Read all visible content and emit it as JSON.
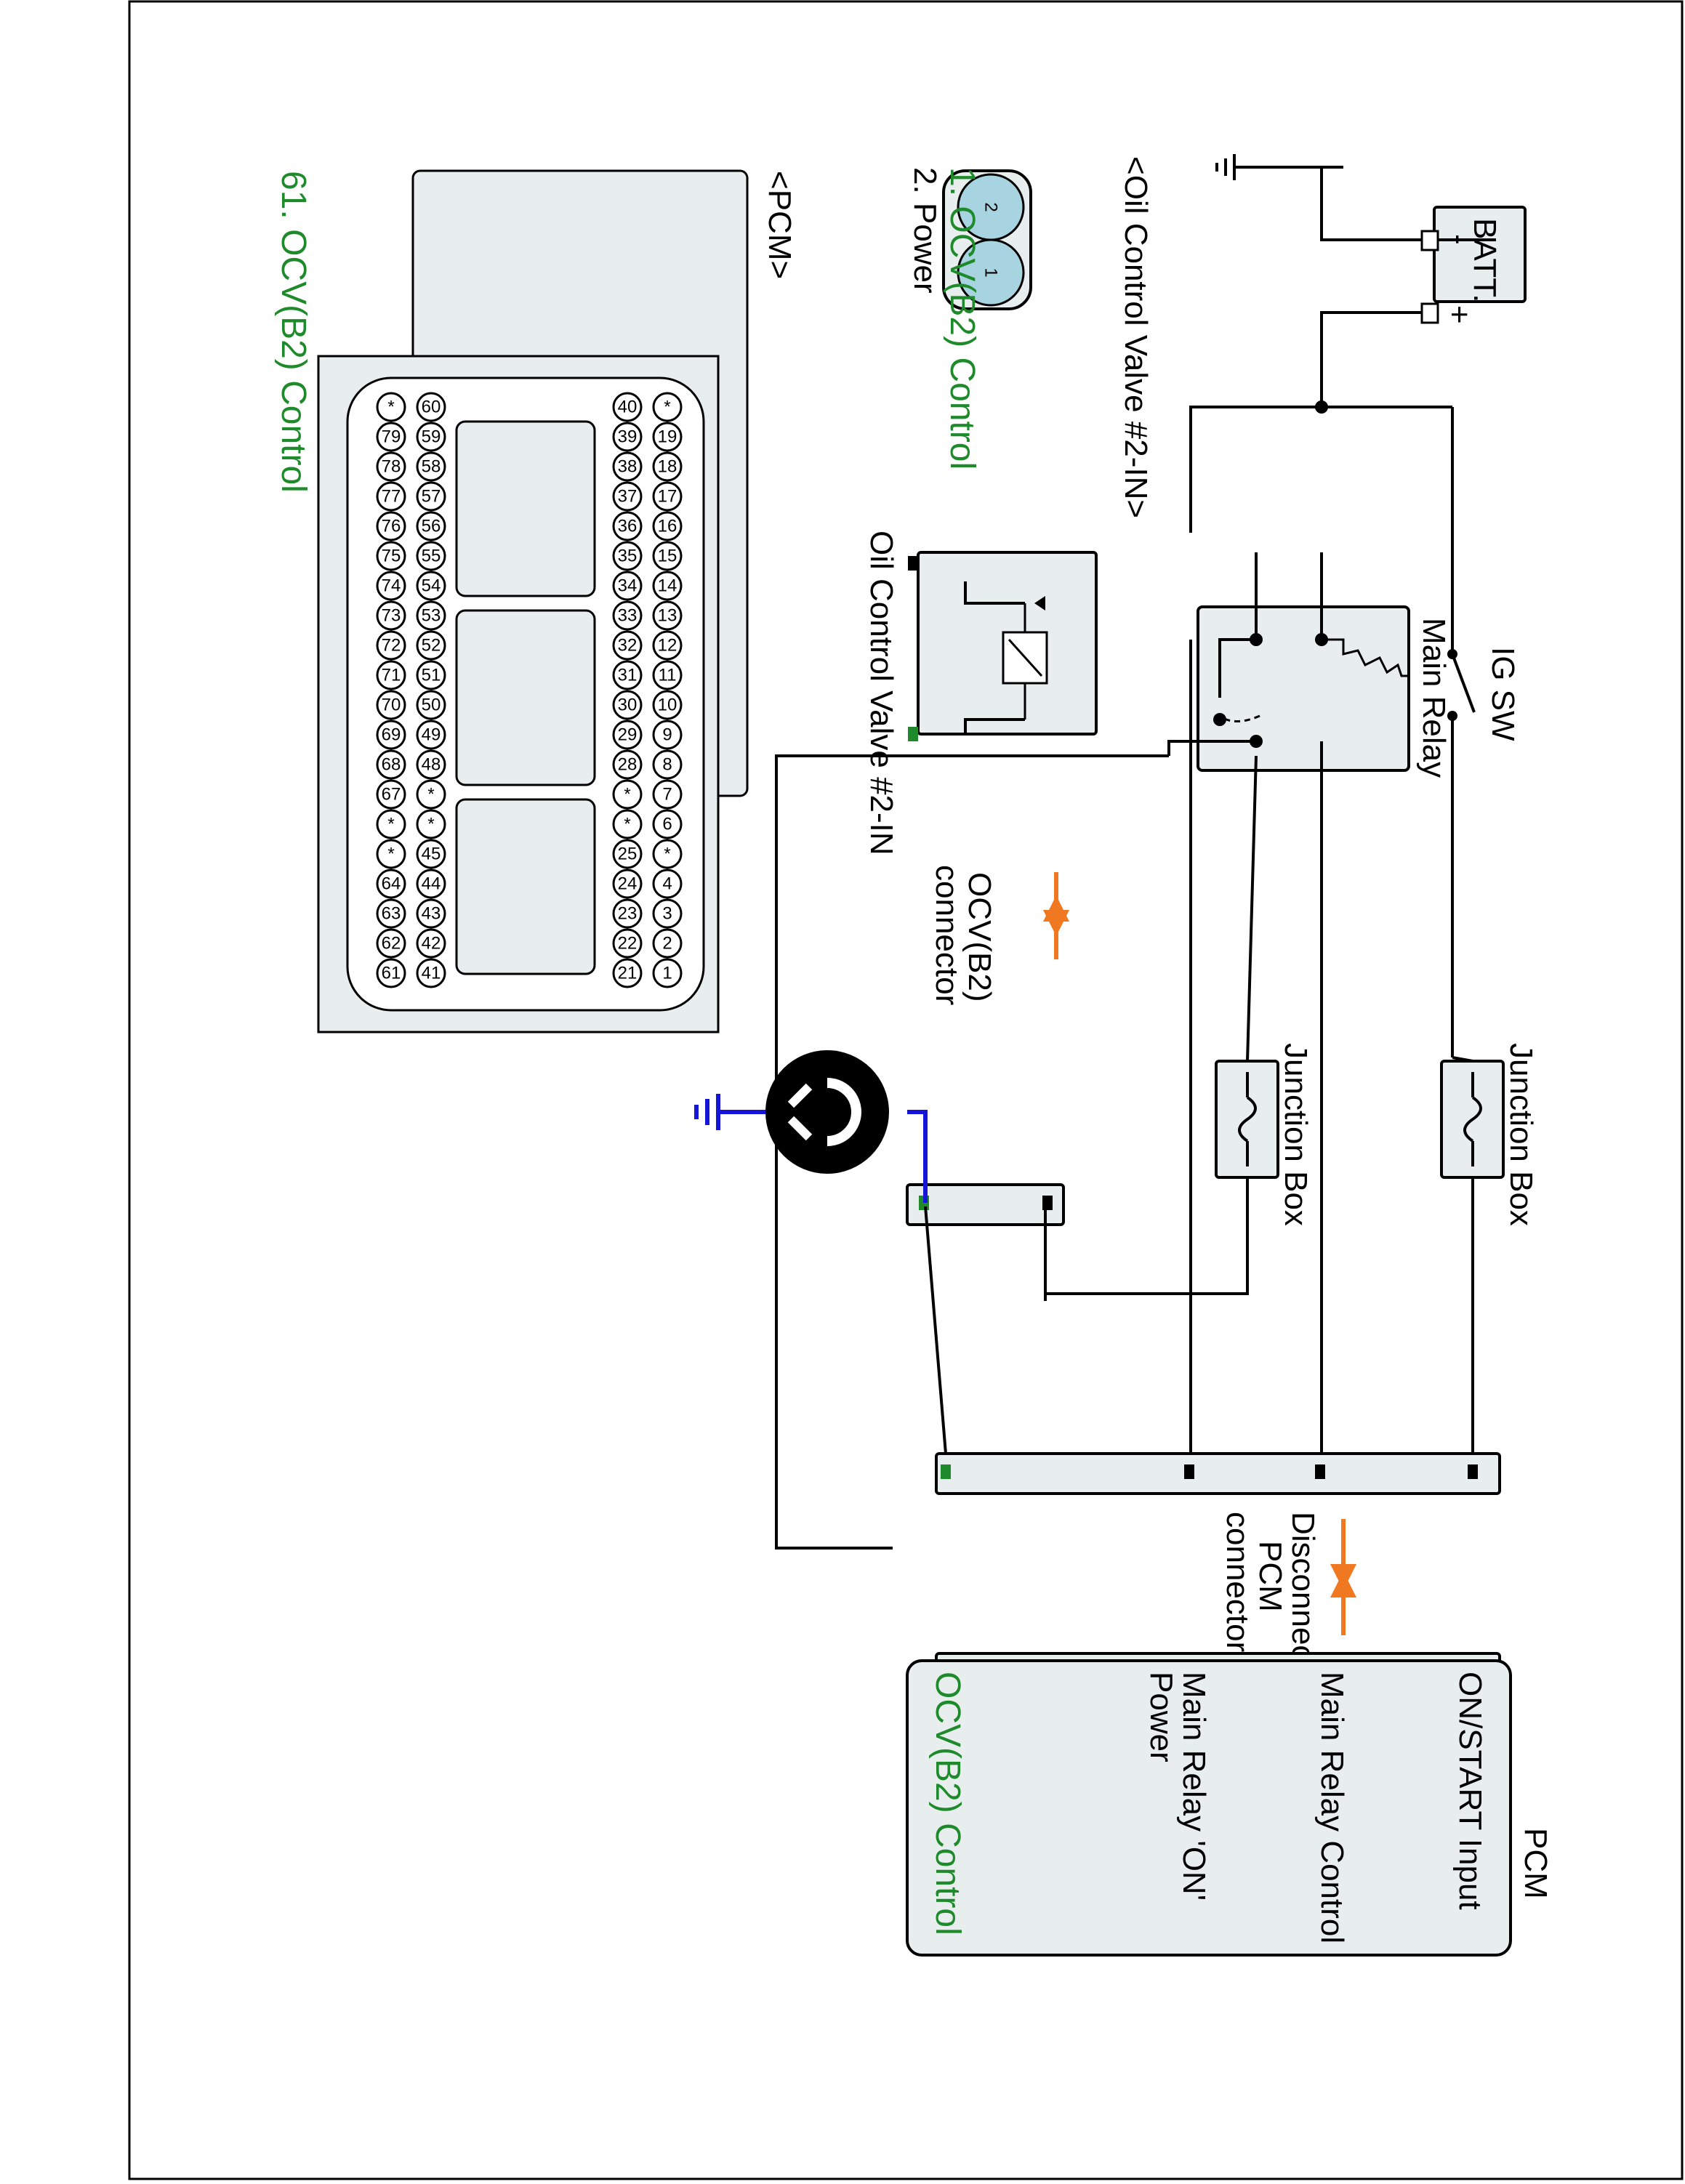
{
  "colors": {
    "green": "#1f8a2b",
    "orange": "#f07820",
    "ground_blue": "#1515d8",
    "connector_fill": "#e8eeee",
    "pin_highlight": "#a8d3e0"
  },
  "labels": {
    "batt": "BATT.",
    "batt_minus": "-",
    "batt_plus": "+",
    "ig_sw": "IG SW",
    "main_relay": "Main Relay",
    "junction_box_1": "Junction Box",
    "junction_box_2": "Junction Box",
    "ocv_connector_title": "<Oil Control Valve #2-IN>",
    "ocv_pin1": "1. OCV(B2) Control",
    "ocv_pin2": "2. Power",
    "ocv_pin_num_1": "1",
    "ocv_pin_num_2": "2",
    "ocv_component": "Oil Control Valve #2-IN",
    "ocv_conn_line1": "OCV(B2)",
    "ocv_conn_line2": "connector",
    "disconnect_line1": "Disconnect",
    "disconnect_line2": "PCM",
    "disconnect_line3": "connector",
    "pcm_title": "PCM",
    "pcm_in1": "ON/START Input",
    "pcm_in2": "Main Relay Control",
    "pcm_in3_line1": "Main Relay 'ON'",
    "pcm_in3_line2": "Power",
    "pcm_in4": "OCV(B2) Control",
    "pcm_conn_title": "<PCM>",
    "pcm_pin_note": "61. OCV(B2) Control",
    "star": "*"
  },
  "pcm_connector_rows": [
    [
      "*",
      "19",
      "18",
      "17",
      "16",
      "15",
      "14",
      "13",
      "12",
      "11",
      "10",
      "9",
      "8",
      "7",
      "6",
      "*",
      "4",
      "3",
      "2",
      "1"
    ],
    [
      "40",
      "39",
      "38",
      "37",
      "36",
      "35",
      "34",
      "33",
      "32",
      "31",
      "30",
      "29",
      "28",
      "*",
      "*",
      "25",
      "24",
      "23",
      "22",
      "21"
    ],
    [
      "60",
      "59",
      "58",
      "57",
      "56",
      "55",
      "54",
      "53",
      "52",
      "51",
      "50",
      "49",
      "48",
      "*",
      "*",
      "45",
      "44",
      "43",
      "42",
      "41"
    ],
    [
      "*",
      "79",
      "78",
      "77",
      "76",
      "75",
      "74",
      "73",
      "72",
      "71",
      "70",
      "69",
      "68",
      "67",
      "*",
      "*",
      "64",
      "63",
      "62",
      "61"
    ]
  ],
  "highlighted_pin": "61"
}
